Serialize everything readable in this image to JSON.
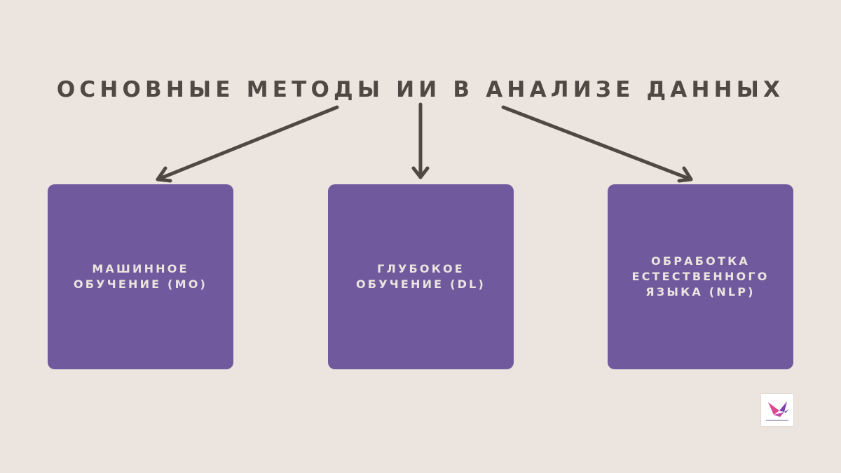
{
  "title": "ОСНОВНЫЕ МЕТОДЫ ИИ В АНАЛИЗЕ ДАННЫХ",
  "boxes": [
    {
      "label": "МАШИННОЕ\nОБУЧЕНИЕ (МО)"
    },
    {
      "label": "ГЛУБОКОЕ\nОБУЧЕНИЕ (DL)"
    },
    {
      "label": "ОБРАБОТКА\nЕСТЕСТВЕННОГО\nЯЗЫКА (NLP)"
    }
  ],
  "colors": {
    "background": "#ebe4df",
    "box": "#71599e",
    "title": "#4e4943",
    "arrow": "#4e4943",
    "box_text": "#ebe4df"
  },
  "logo": {
    "icon": "hummingbird-logo-icon"
  }
}
